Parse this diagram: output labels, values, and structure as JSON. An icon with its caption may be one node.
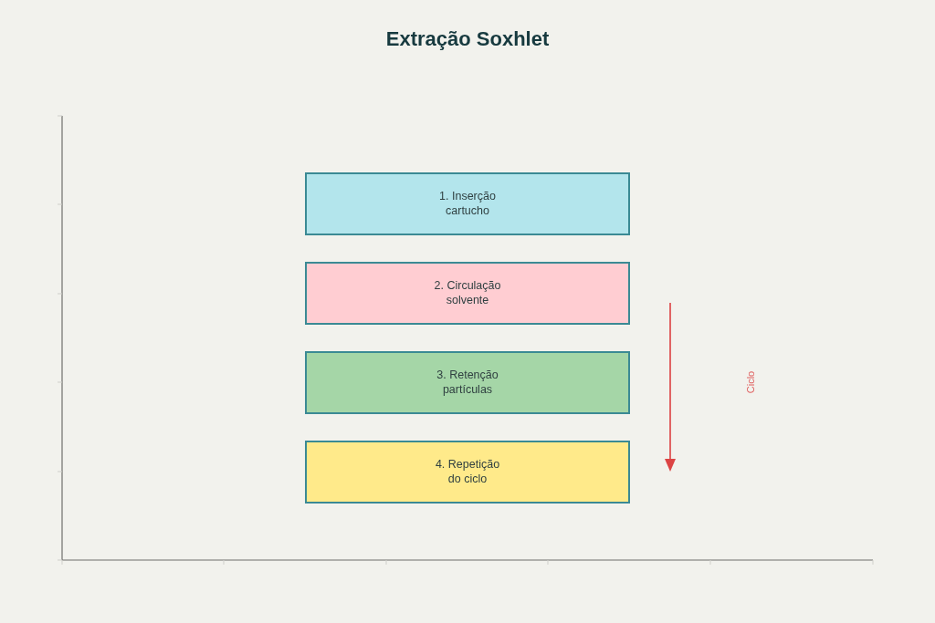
{
  "diagram": {
    "title": "Extração Soxhlet",
    "nodes": [
      {
        "text": [
          "1. Inserção cartucho"
        ]
      },
      {
        "text": [
          "2. Circulação solvente"
        ]
      },
      {
        "text": [
          "3. Retenção partículas"
        ]
      },
      {
        "text": [
          "4. Repetição do ciclo"
        ]
      }
    ],
    "labels": [
      "Ciclo"
    ]
  }
}
